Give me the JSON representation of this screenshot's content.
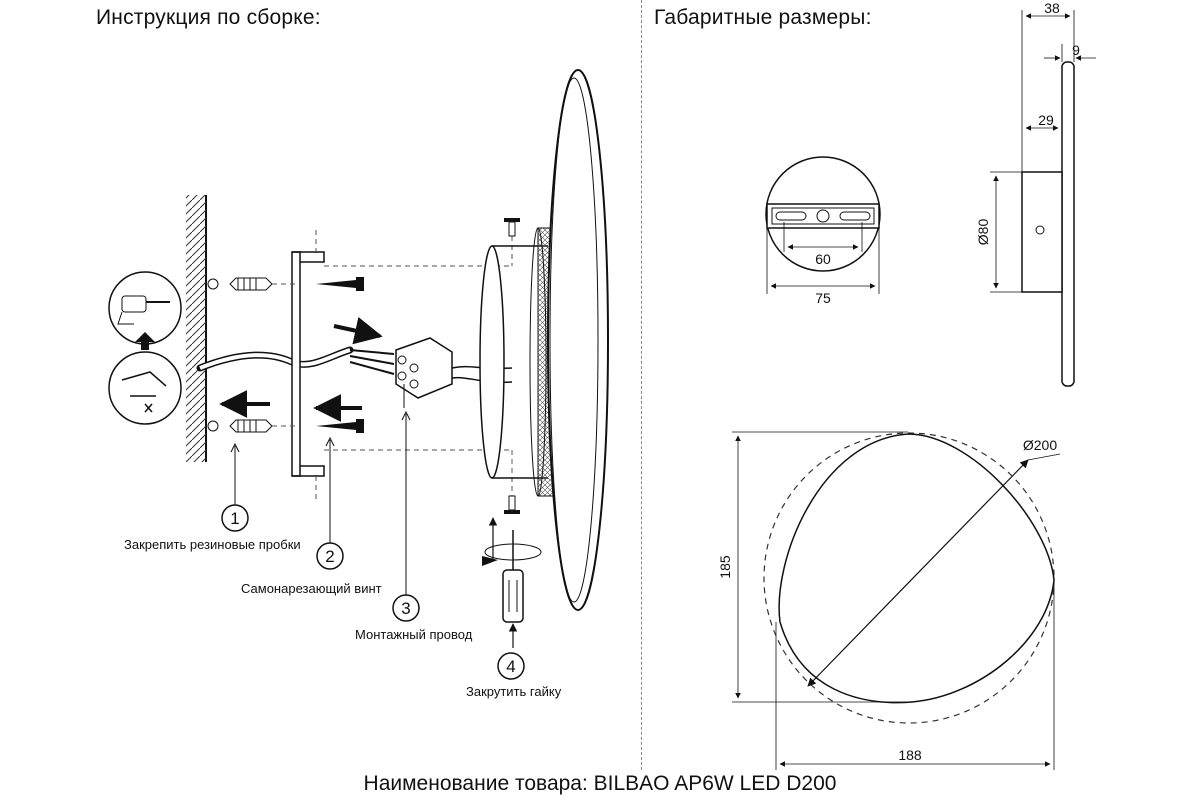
{
  "headings": {
    "assembly": "Инструкция по сборке:",
    "dimensions": "Габаритные размеры:"
  },
  "steps": [
    {
      "number": "1",
      "label": "Закрепить резиновые пробки"
    },
    {
      "number": "2",
      "label": "Самонарезающий винт"
    },
    {
      "number": "3",
      "label": "Монтажный провод"
    },
    {
      "number": "4",
      "label": "Закрутить гайку"
    }
  ],
  "dimensions": {
    "depth_total": "38",
    "depth_panel": "9",
    "depth_body": "29",
    "body_diameter": "Ø80",
    "bracket_hole_spacing": "60",
    "bracket_width": "75",
    "shade_diameter": "Ø200",
    "height": "185",
    "width": "188"
  },
  "footer": "Наименование товара: BILBAO AP6W LED D200"
}
